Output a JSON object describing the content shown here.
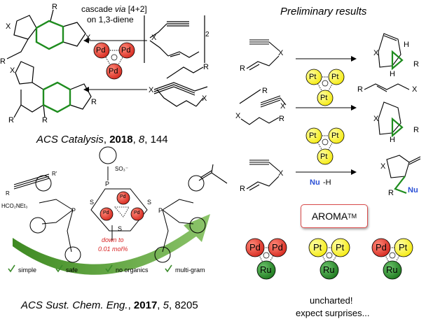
{
  "left_top": {
    "arrow_label_line1_pre": "cascade ",
    "arrow_label_line1_it": "via",
    "arrow_label_line1_post": " [4+2]",
    "arrow_label_line2": "on 1,3-diene",
    "subscript_2": "2",
    "atom_labels": [
      "R",
      "X",
      "X",
      "R",
      "X",
      "X",
      "R",
      "R",
      "X",
      "R",
      "X",
      "R"
    ],
    "catalyst_atoms": [
      "Pd",
      "Pd",
      "Pd"
    ],
    "citation": {
      "journal": "ACS Catalysis",
      "year": "2018",
      "volume": "8",
      "pages": "144"
    }
  },
  "left_bottom": {
    "reagent": "HCO₂NEt₃",
    "r_prime": "R'",
    "r_label": "R",
    "so3": "SO₃⁻",
    "catalyst_atoms": [
      "Pd",
      "Pd",
      "Pd"
    ],
    "ligand_atoms": [
      "P",
      "P",
      "P",
      "S",
      "S",
      "S"
    ],
    "note_line1": "down to",
    "note_line2": "0.01 mol%",
    "features": [
      "simple",
      "safe",
      "no organics",
      "multi-gram"
    ],
    "citation": {
      "journal": "ACS Sust. Chem. Eng.",
      "year": "2017",
      "volume": "5",
      "pages": "8205"
    }
  },
  "right": {
    "title": "Preliminary results",
    "catalyst_atoms": [
      "Pt",
      "Pt",
      "Pt"
    ],
    "nucleophile": "Nu-H",
    "nu": "Nu",
    "h_label": "H",
    "x_label": "X",
    "r_label": "R",
    "aroma_label": "AROMA",
    "aroma_tm": "TM",
    "clusters": [
      {
        "atoms": [
          "Pd",
          "Pd",
          "Ru"
        ]
      },
      {
        "atoms": [
          "Pt",
          "Pt",
          "Ru"
        ]
      },
      {
        "atoms": [
          "Pd",
          "Pt",
          "Ru"
        ]
      }
    ],
    "footer_line1": "uncharted!",
    "footer_line2": "expect surprises..."
  },
  "colors": {
    "pd": "#e8312c",
    "pt": "#ffff33",
    "ru": "#2e8b2e",
    "bond_green": "#1e8c1e",
    "star_blue": "#2a4fd6",
    "arrow_green": "#4f9a2a",
    "aroma_border": "#d94a4a"
  }
}
